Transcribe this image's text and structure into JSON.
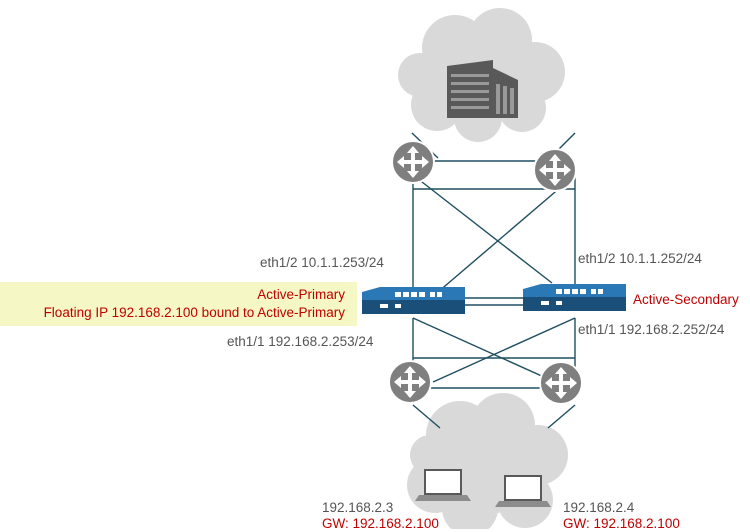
{
  "primary_firewall": {
    "role": "Active-Primary",
    "floating_ip_note": "Floating IP 192.168.2.100 bound to Active-Primary",
    "eth1_2": "eth1/2 10.1.1.253/24",
    "eth1_1": "eth1/1 192.168.2.253/24"
  },
  "secondary_firewall": {
    "role": "Active-Secondary",
    "eth1_2": "eth1/2 10.1.1.252/24",
    "eth1_1": "eth1/1 192.168.2.252/24"
  },
  "hosts": [
    {
      "ip": "192.168.2.3",
      "gw": "GW: 192.168.2.100"
    },
    {
      "ip": "192.168.2.4",
      "gw": "GW: 192.168.2.100"
    }
  ],
  "colors": {
    "cloud": "#d9d9d9",
    "link": "#1f4e60",
    "router": "#7f7f7f",
    "firewall": "#1f5f8b",
    "highlight": "#f5f7c5",
    "alert": "#c00000"
  }
}
